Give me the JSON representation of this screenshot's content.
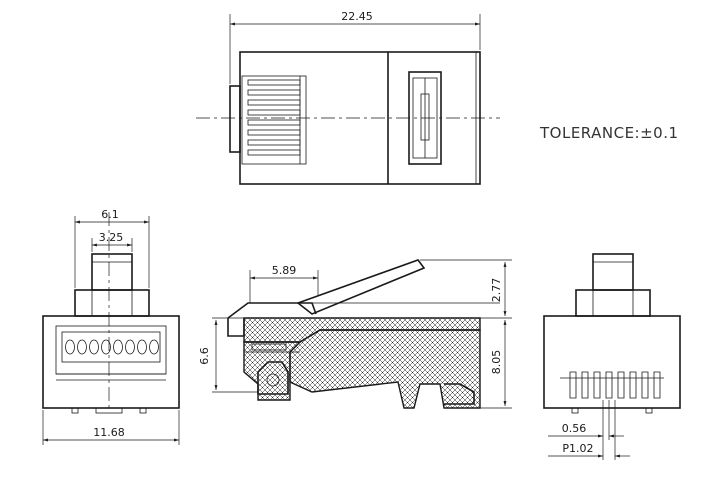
{
  "tolerance_note": "TOLERANCE:±0.1",
  "top_view": {
    "length_dim": "22.45"
  },
  "front_view": {
    "width_dim": "6.1",
    "latch_width_dim": "3.25",
    "body_width_dim": "11.68"
  },
  "side_view": {
    "latch_offset_dim": "5.89",
    "latch_height_dim": "2.77",
    "body_height_dim": "8.05",
    "contact_height_dim": "6.6"
  },
  "rear_view": {
    "contact_width_dim": "0.56",
    "contact_pitch_dim": "P1.02"
  }
}
